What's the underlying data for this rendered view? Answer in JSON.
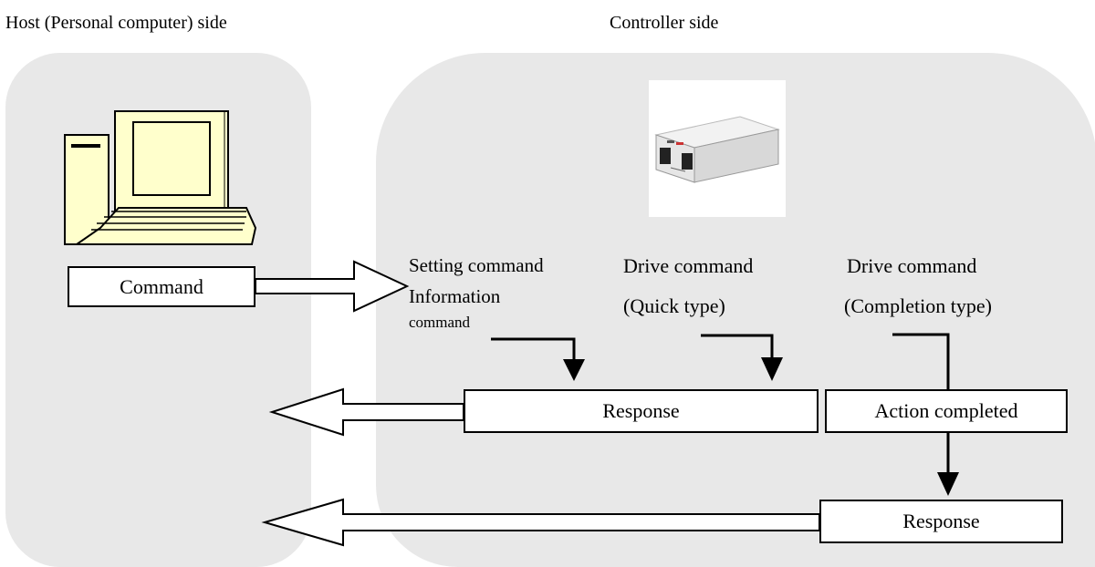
{
  "host_side": {
    "title": "Host (Personal computer) side"
  },
  "controller_side": {
    "title": "Controller side"
  },
  "command_box": {
    "label": "Command"
  },
  "setting_info": {
    "line1": "Setting command",
    "line2": "Information",
    "line3": "command"
  },
  "drive_quick": {
    "line1": "Drive command",
    "line2": "(Quick type)"
  },
  "drive_completion": {
    "line1": "Drive command",
    "line2": "(Completion type)"
  },
  "response_box_1": {
    "label": "Response"
  },
  "action_completed_box": {
    "label": "Action completed"
  },
  "response_box_2": {
    "label": "Response"
  },
  "icons": {
    "computer": "computer-icon",
    "controller": "controller-device-icon"
  },
  "colors": {
    "panel": "#e8e8e8",
    "box": "#ffffff",
    "line": "#000000",
    "monitor": "#ffffcc"
  }
}
